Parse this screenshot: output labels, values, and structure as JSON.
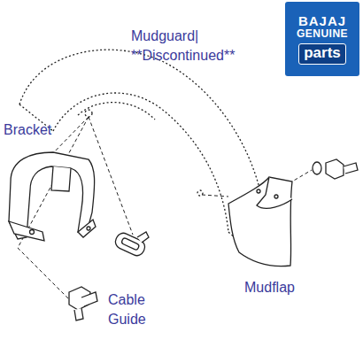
{
  "diagram": {
    "nodes": [
      {
        "text": [
          "BAJAJ",
          "GENUINE",
          "parts"
        ]
      }
    ],
    "labels": [
      "Mudguard| **Discontinued**",
      "Bracket",
      "Cable Guide",
      "Mudflap"
    ]
  }
}
